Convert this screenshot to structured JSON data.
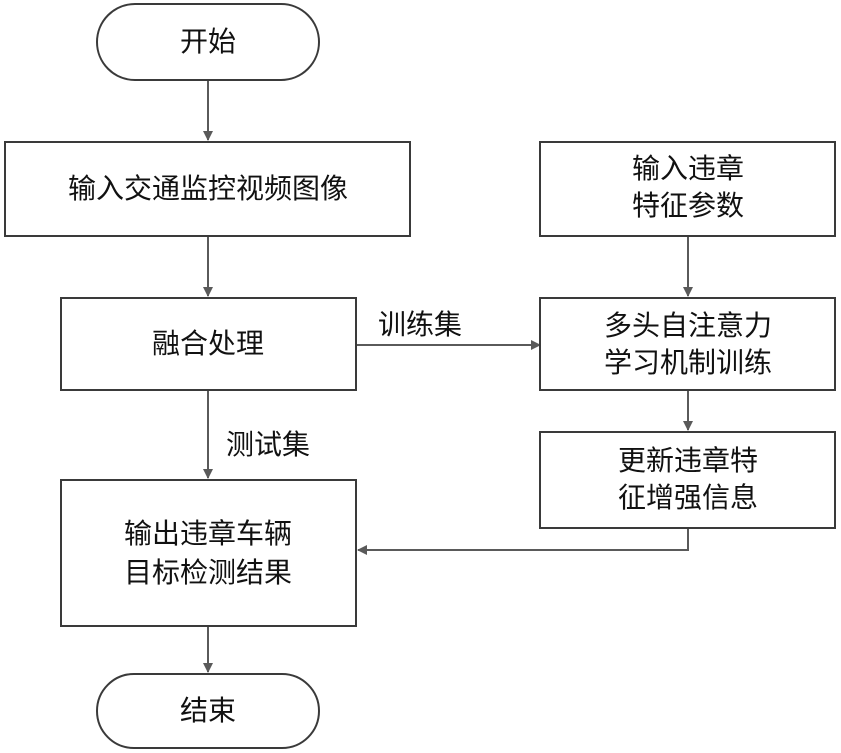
{
  "nodes": {
    "start": "开始",
    "input_video": "输入交通监控视频图像",
    "fusion": "融合处理",
    "input_params_line1": "输入违章",
    "input_params_line2": "特征参数",
    "attention_line1": "多头自注意力",
    "attention_line2": "学习机制训练",
    "update_line1": "更新违章特",
    "update_line2": "征增强信息",
    "output_line1": "输出违章车辆",
    "output_line2": "目标检测结果",
    "end": "结束"
  },
  "edges": {
    "train_set": "训练集",
    "test_set": "测试集"
  },
  "colors": {
    "stroke": "#3a3a3a",
    "arrow": "#5a5a5a",
    "text": "#111111"
  }
}
